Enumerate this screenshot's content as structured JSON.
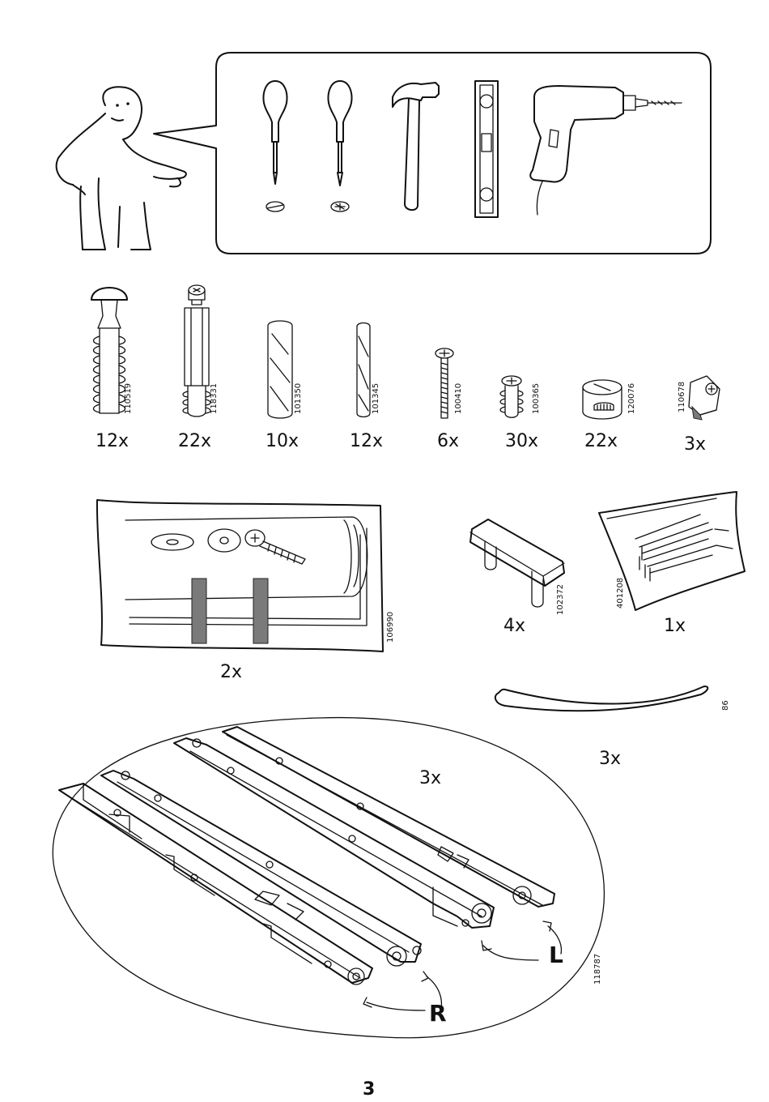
{
  "parts": [
    {
      "code": "110519",
      "qty": "12x"
    },
    {
      "code": "118331",
      "qty": "22x"
    },
    {
      "code": "101350",
      "qty": "10x"
    },
    {
      "code": "101345",
      "qty": "12x"
    },
    {
      "code": "100410",
      "qty": "6x"
    },
    {
      "code": "100365",
      "qty": "30x"
    },
    {
      "code": "120076",
      "qty": "22x"
    },
    {
      "code": "110678",
      "qty": "3x"
    }
  ],
  "bag": {
    "code": "106990",
    "qty": "2x"
  },
  "foot": {
    "code": "102372",
    "qty": "4x"
  },
  "nails": {
    "code": "401208",
    "qty": "1x"
  },
  "handle": {
    "code": "86",
    "qty": "3x"
  },
  "rails": {
    "code": "118787",
    "qty": "3x",
    "left_label": "L",
    "right_label": "R"
  },
  "page_number": "3"
}
